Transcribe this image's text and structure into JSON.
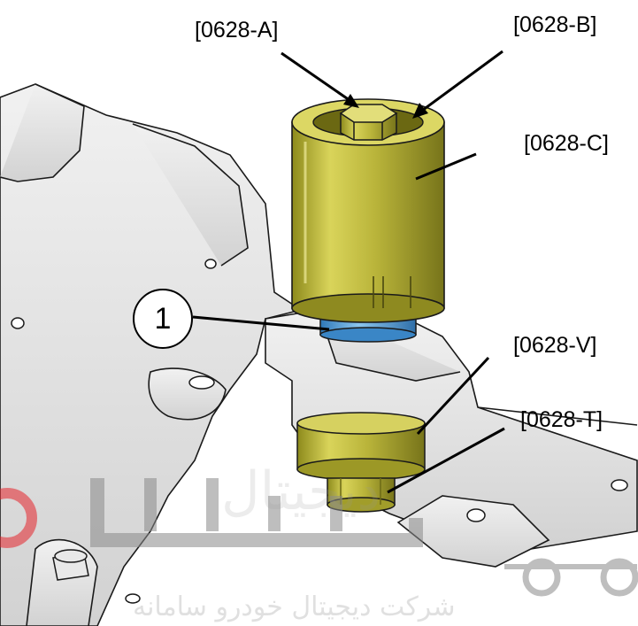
{
  "labels": {
    "tool_a": "[0628-A]",
    "tool_b": "[0628-B]",
    "tool_c": "[0628-C]",
    "tool_v": "[0628-V]",
    "tool_t": "[0628-T]",
    "callout_1": "1"
  },
  "watermark": {
    "brand_text": "دیجیتال",
    "company_text": "شرکت دیجیتال خودرو سامانه",
    "accent_color": "#e5242b"
  },
  "colors": {
    "tool_gold": "#c9c43a",
    "bushing_blue": "#4f9fd6",
    "subframe_gray": "#e4e4e4",
    "outline": "#1a1a1a"
  }
}
